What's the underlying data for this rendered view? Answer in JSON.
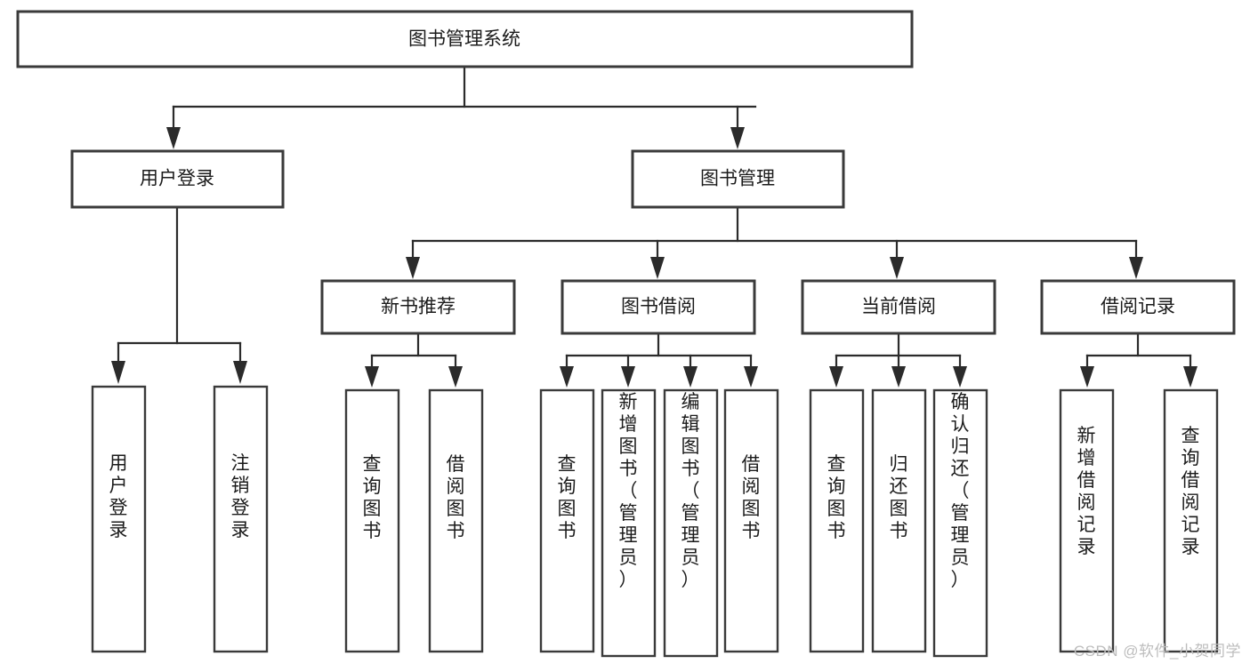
{
  "diagram": {
    "title": "图书管理系统",
    "type": "tree",
    "watermark": "CSDN @软件_小贺同学",
    "colors": {
      "box_stroke": "#3a3a3a",
      "connector": "#2b2b2b",
      "text": "#1b1b1b",
      "background": "#ffffff",
      "watermark": "#bdbdbd"
    },
    "nodes": {
      "root": {
        "label": "图书管理系统",
        "orientation": "horizontal"
      },
      "level2": [
        {
          "id": "user-login",
          "label": "用户登录",
          "orientation": "horizontal"
        },
        {
          "id": "book-management",
          "label": "图书管理",
          "orientation": "horizontal"
        }
      ],
      "level3": [
        {
          "id": "new-book-recommend",
          "label": "新书推荐",
          "orientation": "horizontal"
        },
        {
          "id": "book-borrow",
          "label": "图书借阅",
          "orientation": "horizontal"
        },
        {
          "id": "current-borrow",
          "label": "当前借阅",
          "orientation": "horizontal"
        },
        {
          "id": "borrow-record",
          "label": "借阅记录",
          "orientation": "horizontal"
        }
      ],
      "leaves": [
        {
          "id": "leaf-user-login",
          "label": "用户登录",
          "parent": "user-login",
          "orientation": "vertical"
        },
        {
          "id": "leaf-user-logout",
          "label": "注销登录",
          "parent": "user-login",
          "orientation": "vertical"
        },
        {
          "id": "leaf-query-book-1",
          "label": "查询图书",
          "parent": "new-book-recommend",
          "orientation": "vertical"
        },
        {
          "id": "leaf-borrow-book-1",
          "label": "借阅图书",
          "parent": "new-book-recommend",
          "orientation": "vertical"
        },
        {
          "id": "leaf-query-book-2",
          "label": "查询图书",
          "parent": "book-borrow",
          "orientation": "vertical"
        },
        {
          "id": "leaf-add-book",
          "label": "新增图书（管理员）",
          "parent": "book-borrow",
          "orientation": "vertical"
        },
        {
          "id": "leaf-edit-book",
          "label": "编辑图书（管理员）",
          "parent": "book-borrow",
          "orientation": "vertical"
        },
        {
          "id": "leaf-borrow-book-2",
          "label": "借阅图书",
          "parent": "book-borrow",
          "orientation": "vertical"
        },
        {
          "id": "leaf-query-book-3",
          "label": "查询图书",
          "parent": "current-borrow",
          "orientation": "vertical"
        },
        {
          "id": "leaf-return-book",
          "label": "归还图书",
          "parent": "current-borrow",
          "orientation": "vertical"
        },
        {
          "id": "leaf-confirm-return",
          "label": "确认归还（管理员）",
          "parent": "current-borrow",
          "orientation": "vertical"
        },
        {
          "id": "leaf-add-record",
          "label": "新增借阅记录",
          "parent": "borrow-record",
          "orientation": "vertical"
        },
        {
          "id": "leaf-query-record",
          "label": "查询借阅记录",
          "parent": "borrow-record",
          "orientation": "vertical"
        }
      ]
    }
  }
}
